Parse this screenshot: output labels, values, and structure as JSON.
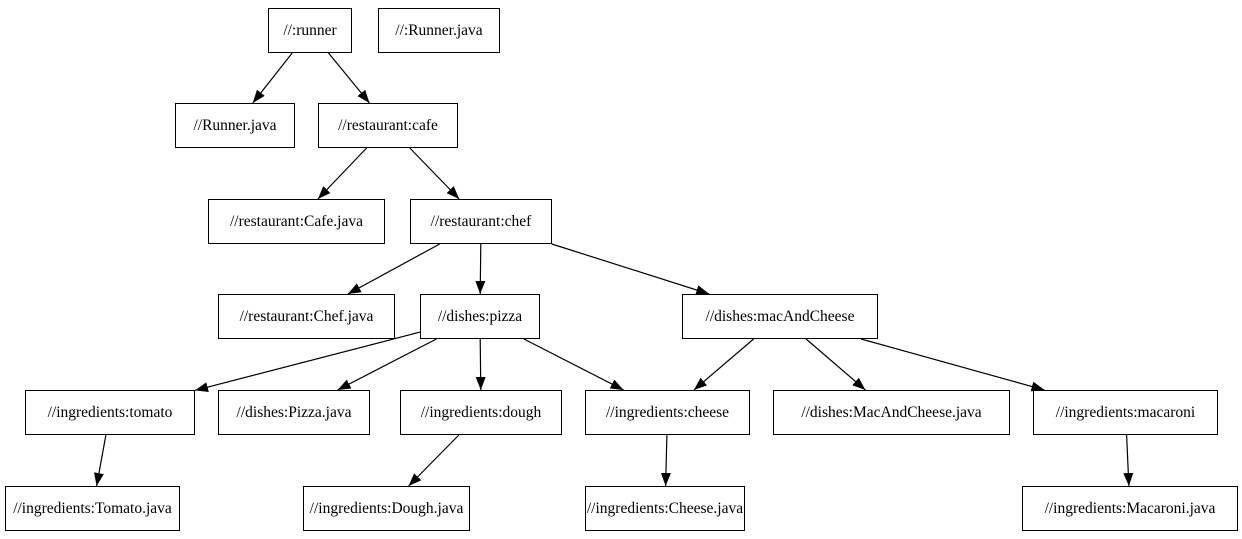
{
  "diagram": {
    "type": "directed-dependency-graph",
    "background_color": "#ffffff",
    "node_fill_color": "#ffffff",
    "node_border_color": "#000000",
    "edge_color": "#000000",
    "text_color": "#000000",
    "nodes": [
      {
        "id": "runner",
        "label": "//:runner"
      },
      {
        "id": "runner-java-root",
        "label": "//:Runner.java"
      },
      {
        "id": "runner-java",
        "label": "//Runner.java"
      },
      {
        "id": "cafe",
        "label": "//restaurant:cafe"
      },
      {
        "id": "cafe-java",
        "label": "//restaurant:Cafe.java"
      },
      {
        "id": "chef",
        "label": "//restaurant:chef"
      },
      {
        "id": "chef-java",
        "label": "//restaurant:Chef.java"
      },
      {
        "id": "pizza",
        "label": "//dishes:pizza"
      },
      {
        "id": "mac-and-cheese",
        "label": "//dishes:macAndCheese"
      },
      {
        "id": "tomato",
        "label": "//ingredients:tomato"
      },
      {
        "id": "pizza-java",
        "label": "//dishes:Pizza.java"
      },
      {
        "id": "dough",
        "label": "//ingredients:dough"
      },
      {
        "id": "cheese",
        "label": "//ingredients:cheese"
      },
      {
        "id": "mac-and-cheese-java",
        "label": "//dishes:MacAndCheese.java"
      },
      {
        "id": "macaroni",
        "label": "//ingredients:macaroni"
      },
      {
        "id": "tomato-java",
        "label": "//ingredients:Tomato.java"
      },
      {
        "id": "dough-java",
        "label": "//ingredients:Dough.java"
      },
      {
        "id": "cheese-java",
        "label": "//ingredients:Cheese.java"
      },
      {
        "id": "macaroni-java",
        "label": "//ingredients:Macaroni.java"
      }
    ],
    "edges": [
      {
        "from": "runner",
        "to": "runner-java"
      },
      {
        "from": "runner",
        "to": "cafe"
      },
      {
        "from": "cafe",
        "to": "cafe-java"
      },
      {
        "from": "cafe",
        "to": "chef"
      },
      {
        "from": "chef",
        "to": "chef-java"
      },
      {
        "from": "chef",
        "to": "pizza"
      },
      {
        "from": "chef",
        "to": "mac-and-cheese"
      },
      {
        "from": "pizza",
        "to": "tomato"
      },
      {
        "from": "pizza",
        "to": "pizza-java"
      },
      {
        "from": "pizza",
        "to": "dough"
      },
      {
        "from": "pizza",
        "to": "cheese"
      },
      {
        "from": "mac-and-cheese",
        "to": "cheese"
      },
      {
        "from": "mac-and-cheese",
        "to": "mac-and-cheese-java"
      },
      {
        "from": "mac-and-cheese",
        "to": "macaroni"
      }
    ],
    "file_edges": [
      {
        "from": "tomato",
        "to": "tomato-java"
      },
      {
        "from": "dough",
        "to": "dough-java"
      },
      {
        "from": "cheese",
        "to": "cheese-java"
      },
      {
        "from": "macaroni",
        "to": "macaroni-java"
      }
    ]
  }
}
